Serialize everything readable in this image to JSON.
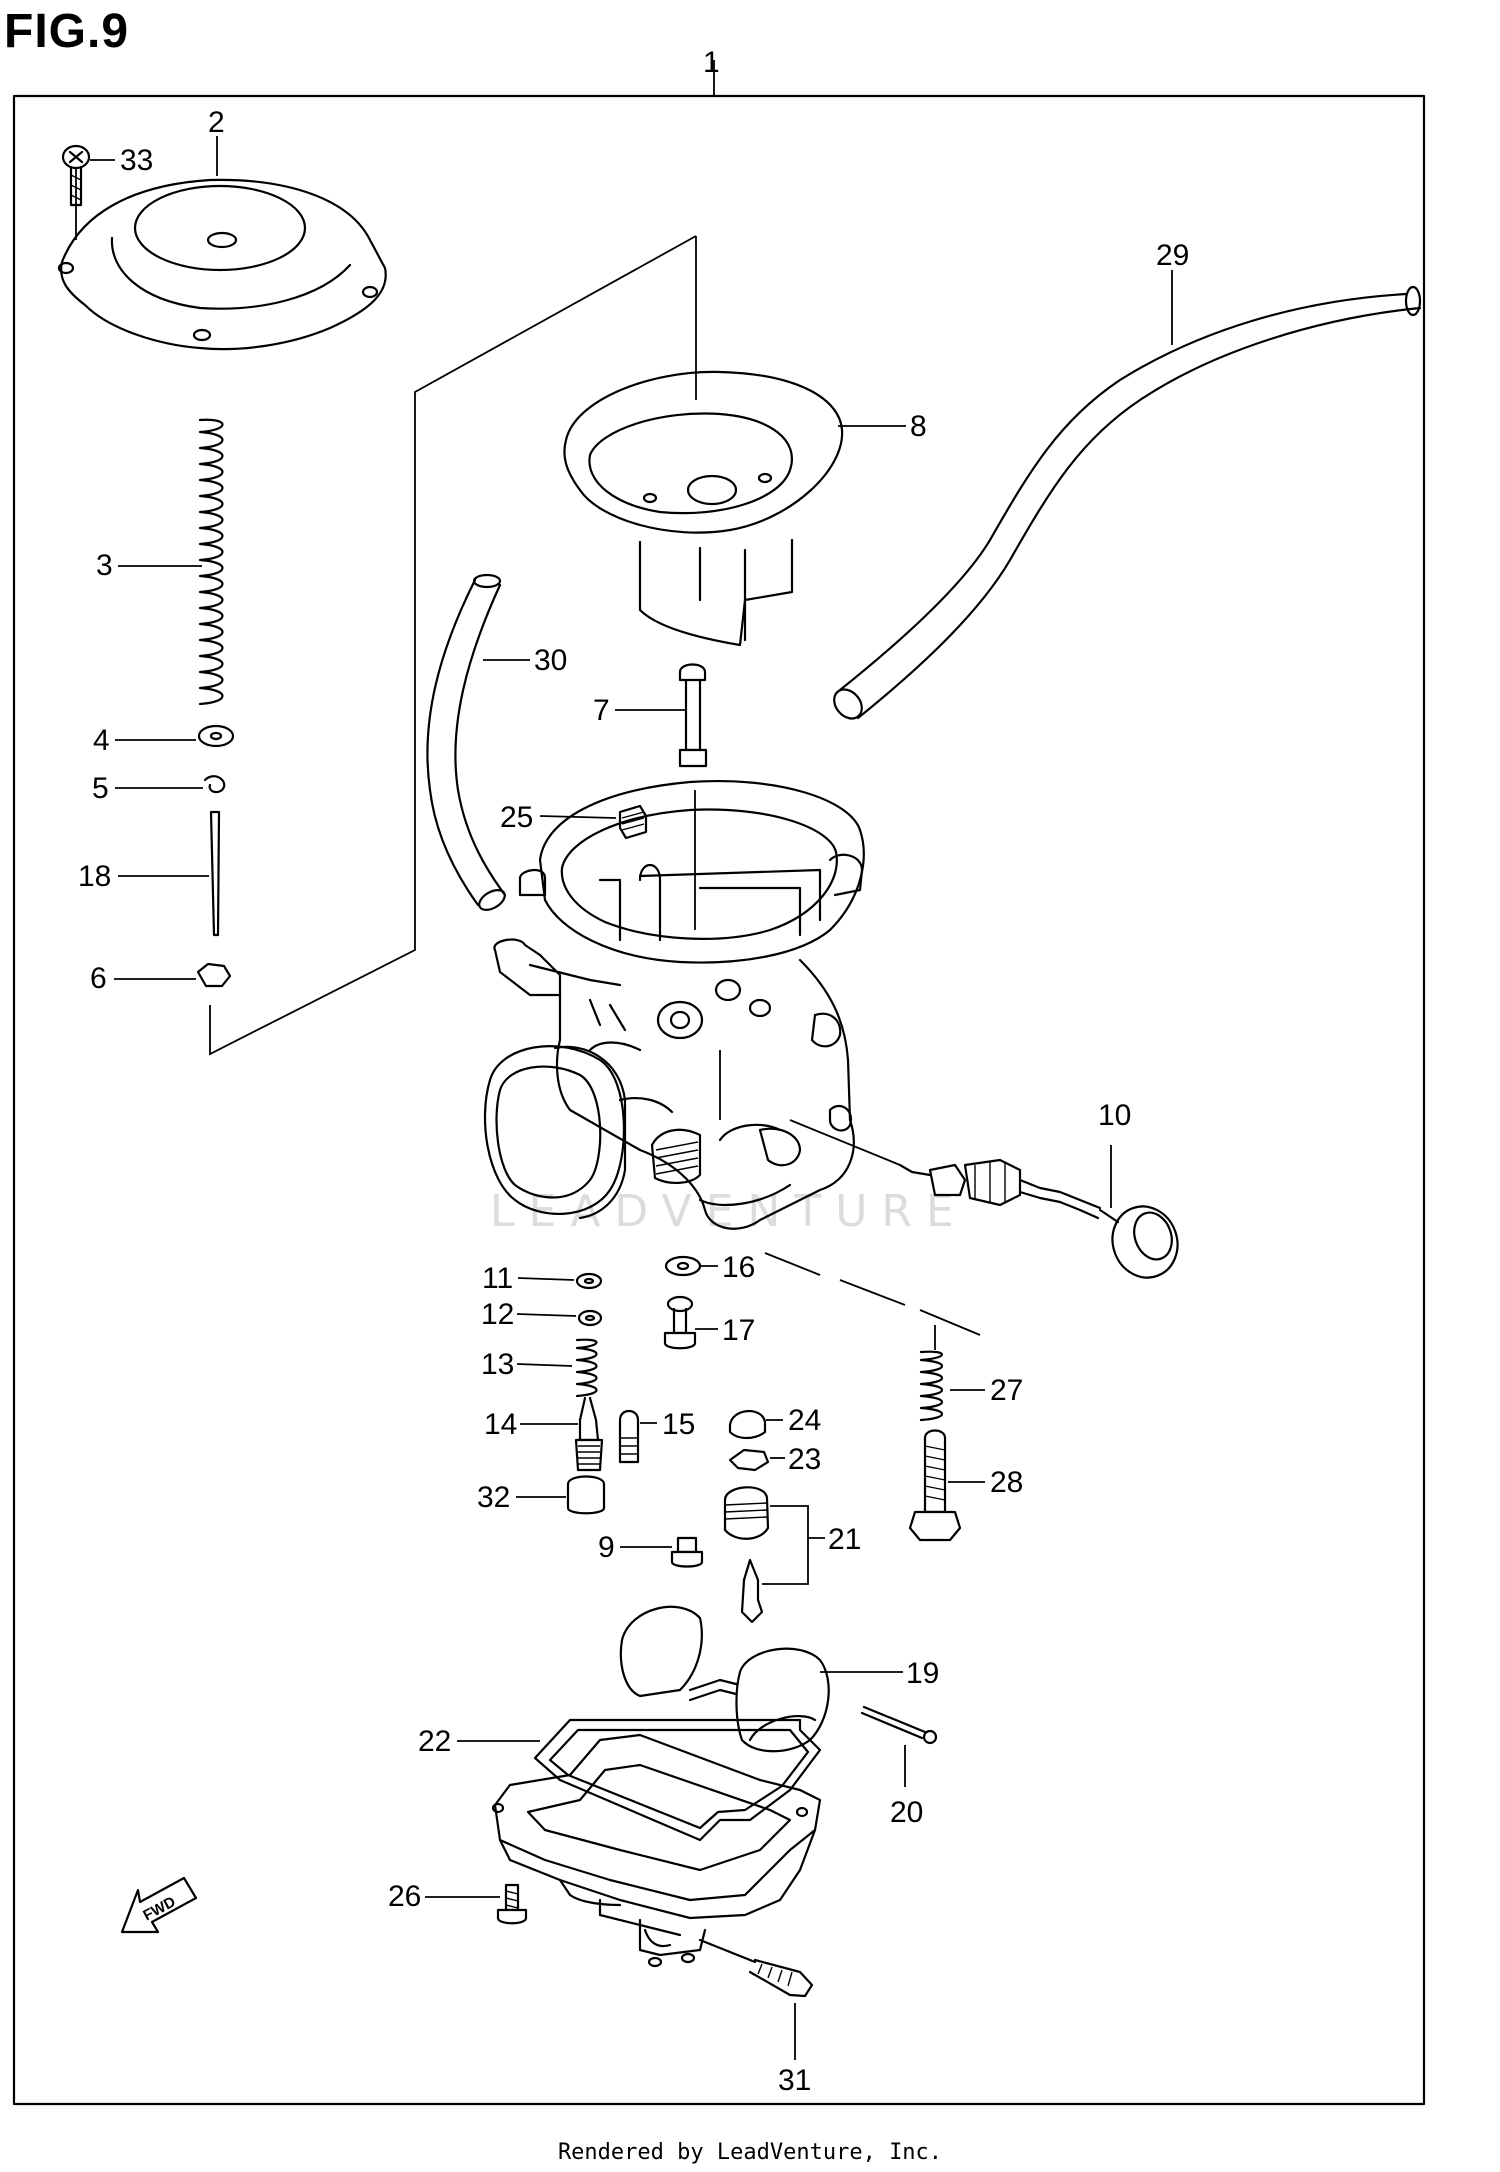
{
  "figure": {
    "title": "FIG.9",
    "footer": "Rendered by LeadVenture, Inc.",
    "watermark": "LEADVENTURE",
    "fwd_label": "FWD"
  },
  "callouts": {
    "c1": "1",
    "c2": "2",
    "c3": "3",
    "c4": "4",
    "c5": "5",
    "c6": "6",
    "c7": "7",
    "c8": "8",
    "c9": "9",
    "c10": "10",
    "c11": "11",
    "c12": "12",
    "c13": "13",
    "c14": "14",
    "c15": "15",
    "c16": "16",
    "c17": "17",
    "c18": "18",
    "c19": "19",
    "c20": "20",
    "c21": "21",
    "c22": "22",
    "c23": "23",
    "c24": "24",
    "c25": "25",
    "c26": "26",
    "c27": "27",
    "c28": "28",
    "c29": "29",
    "c30": "30",
    "c31": "31",
    "c32": "32",
    "c33": "33"
  }
}
